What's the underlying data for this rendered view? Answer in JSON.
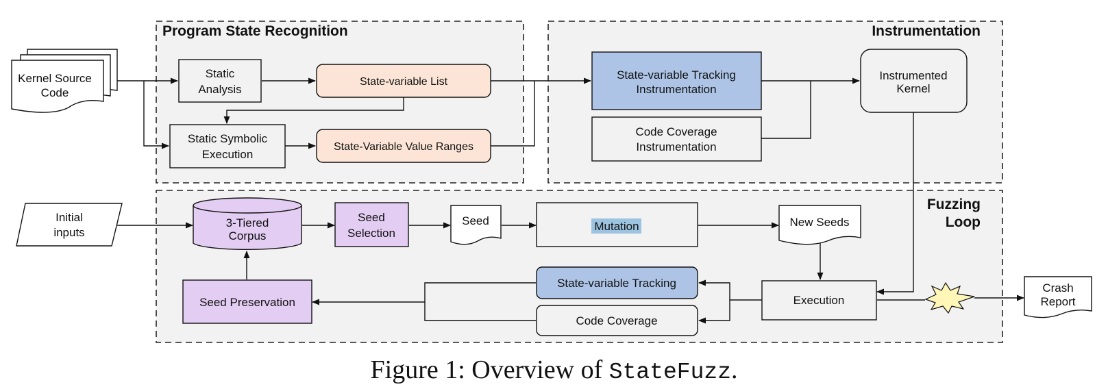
{
  "groups": {
    "program_state_recognition": "Program State Recognition",
    "instrumentation": "Instrumentation",
    "fuzzing_loop_line1": "Fuzzing",
    "fuzzing_loop_line2": "Loop"
  },
  "nodes": {
    "kernel_source_line1": "Kernel Source",
    "kernel_source_line2": "Code",
    "static_analysis_line1": "Static",
    "static_analysis_line2": "Analysis",
    "state_variable_list": "State-variable List",
    "static_symbolic_line1": "Static Symbolic",
    "static_symbolic_line2": "Execution",
    "state_variable_value_ranges": "State-Variable Value Ranges",
    "sv_tracking_instr_line1": "State-variable Tracking",
    "sv_tracking_instr_line2": "Instrumentation",
    "code_coverage_instr_line1": "Code Coverage",
    "code_coverage_instr_line2": "Instrumentation",
    "instrumented_kernel_line1": "Instrumented",
    "instrumented_kernel_line2": "Kernel",
    "initial_inputs_line1": "Initial",
    "initial_inputs_line2": "inputs",
    "corpus_line1": "3-Tiered",
    "corpus_line2": "Corpus",
    "seed_selection_line1": "Seed",
    "seed_selection_line2": "Selection",
    "seed": "Seed",
    "mutation": "Mutation",
    "new_seeds": "New Seeds",
    "execution": "Execution",
    "state_variable_tracking": "State-variable Tracking",
    "code_coverage": "Code Coverage",
    "seed_preservation": "Seed Preservation",
    "crash_report_line1": "Crash",
    "crash_report_line2": "Report"
  },
  "caption": {
    "prefix": "Figure 1: Overview of ",
    "tool": "StateFuzz",
    "suffix": "."
  },
  "colors": {
    "group_fill": "#f2f2f2",
    "peach": "#fce5d6",
    "blue": "#adc4e6",
    "purple": "#e3cdf3",
    "crash_star": "#fff6b8",
    "highlight": "#9cc3e0"
  }
}
